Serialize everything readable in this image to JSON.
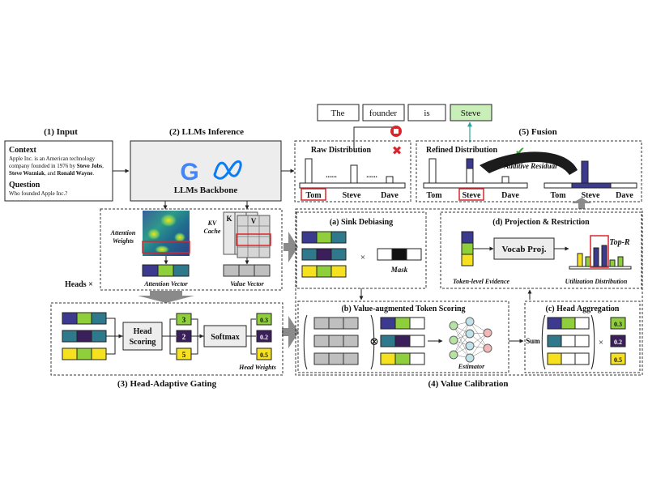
{
  "colors": {
    "navy": "#3b3a8f",
    "green": "#8fcf3c",
    "teal": "#2e7a8c",
    "purple": "#3b1f5a",
    "yellow": "#f5e120",
    "red": "#d9262c",
    "light_green": "#c9efb8",
    "gray": "#bfbfbf",
    "arrow_gray": "#8a8a8a"
  },
  "tokens": [
    "The",
    "founder",
    "is",
    "Steve"
  ],
  "input": {
    "title": "(1) Input",
    "context_label": "Context",
    "context_text_1": "Apple Inc. is an American technology",
    "context_text_2": "company founded in 1976 by",
    "context_bold_1": "Steve Jobs",
    "context_text_3": ",",
    "context_bold_2": "Steve Wozniak",
    "context_text_4": ", and",
    "context_bold_3": "Ronald Wayne",
    "context_text_5": ".",
    "question_label": "Question",
    "question_text": "Who founded Apple Inc.?"
  },
  "inference": {
    "title": "(2) LLMs Inference",
    "backbone_label": "LLMs Backbone",
    "logo_google": "G",
    "attention_weights_line1": "Attention",
    "attention_weights_line2": "Weights",
    "kv_cache_line1": "KV",
    "kv_cache_line2": "Cache",
    "k_label": "K",
    "v_label": "V",
    "attention_vector": "Attention Vector",
    "value_vector": "Value Vector",
    "heads_label": "Heads ×"
  },
  "gating": {
    "title": "(3) Head-Adaptive Gating",
    "head_scoring_line1": "Head",
    "head_scoring_line2": "Scoring",
    "softmax": "Softmax",
    "scores": [
      "3",
      "2",
      "5"
    ],
    "weights": [
      "0.3",
      "0.2",
      "0.5"
    ],
    "head_weights": "Head Weights"
  },
  "calibration": {
    "title": "(4) Value Calibration",
    "sink_title": "(a) Sink Debiasing",
    "times": "×",
    "mask": "Mask",
    "scoring_title": "(b) Value-augmented Token Scoring",
    "otimes": "⊗",
    "estimator": "Estimator",
    "sum": "Sum",
    "aggregation_title": "(c) Head Aggregation",
    "projection_title": "(d) Projection & Restriction",
    "vocab_proj": "Vocab Proj.",
    "top_r": "Top-R",
    "token_evidence": "Token-level Evidence",
    "utilization": "Utilization Distribution"
  },
  "fusion": {
    "title": "(5) Fusion",
    "raw_distribution": "Raw Distribution",
    "refined_distribution": "Refined Distribution",
    "additive_residual": "Additive Residual",
    "candidates": [
      "Tom",
      "Steve",
      "Dave"
    ],
    "ellipsis": "......",
    "cross": "✖",
    "check": "✔"
  }
}
